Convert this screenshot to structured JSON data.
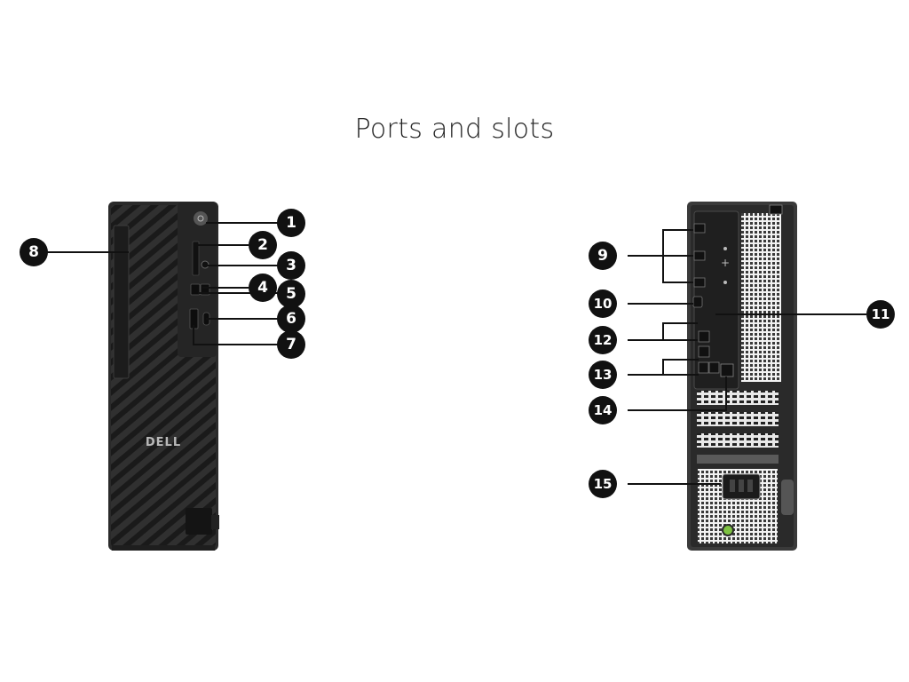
{
  "title": "Ports and slots",
  "front": {
    "brand": "DELL",
    "callouts": [
      "1",
      "2",
      "3",
      "4",
      "5",
      "6",
      "7",
      "8"
    ]
  },
  "rear": {
    "callouts": [
      "9",
      "10",
      "11",
      "12",
      "13",
      "14",
      "15"
    ]
  },
  "colors": {
    "callout_fill": "#111111",
    "callout_text": "#ffffff",
    "leader_line": "#111111",
    "chassis_dark": "#2b2b2b",
    "chassis_grey": "#5a5a5a",
    "power_led": "#7ec242"
  }
}
